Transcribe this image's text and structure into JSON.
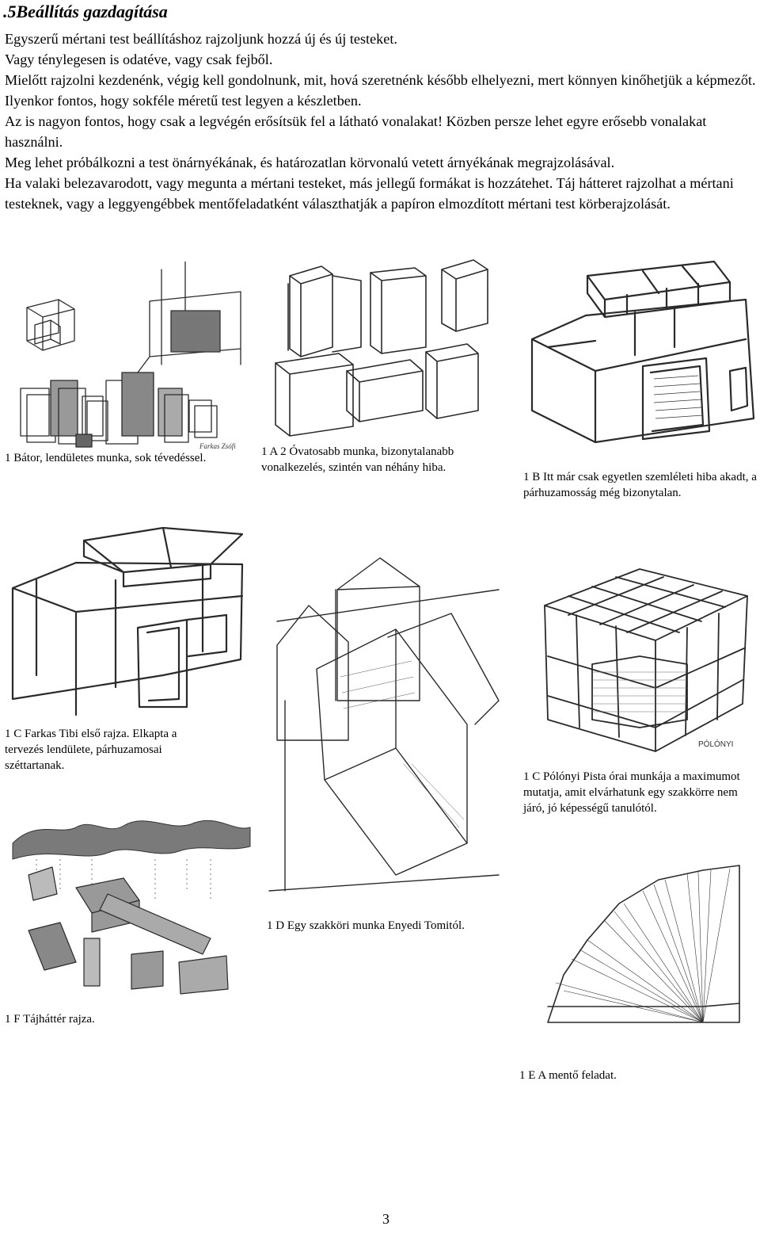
{
  "heading": ".5Beállítás gazdagítása",
  "intro": [
    "Egyszerű mértani test beállításhoz rajzoljunk hozzá új és új testeket.",
    "Vagy ténylegesen is odatéve, vagy csak fejből.",
    "Mielőtt rajzolni kezdenénk, végig kell gondolnunk, mit, hová szeretnénk később elhelyezni, mert könnyen kinőhetjük a képmezőt. Ilyenkor fontos, hogy sokféle méretű test legyen a készletben.",
    "Az is nagyon fontos, hogy csak a legvégén erősítsük fel a látható vonalakat! Közben persze lehet egyre erősebb vonalakat használni.",
    "Meg lehet próbálkozni a test önárnyékának, és határozatlan körvonalú vetett árnyékának megrajzolásával.",
    "Ha valaki belezavarodott, vagy megunta a mértani testeket, más jellegű formákat is hozzátehet. Táj hátteret rajzolhat a mértani testeknek, vagy a leggyengébbek mentőfeladatként választhatják a papíron elmozdított mértani test körberajzolását."
  ],
  "captions": {
    "c1": "1 Bátor, lendületes munka, sok tévedéssel.",
    "c2": "1 A 2 Óvatosabb munka, bizonytalanabb vonalkezelés, szintén van néhány hiba.",
    "c3": "1 B Itt már csak egyetlen szemléleti hiba akadt, a párhuzamosság még bizonytalan.",
    "c4": "1 C Farkas Tibi első rajza. Elkapta a tervezés lendülete, párhuzamosai széttartanak.",
    "c5": "1 C Pólónyi Pista órai munkája a maximumot mutatja, amit elvárhatunk egy szakkörre nem járó, jó képességű tanulótól.",
    "c6": "1 D Egy szakköri munka Enyedi Tomitól.",
    "c7": "1 F Tájháttér rajza.",
    "c8": "1 E A mentő feladat."
  },
  "signatures": {
    "s1": "Farkas Zsófi",
    "s2": "PÓLÓNYI"
  },
  "page_number": "3"
}
